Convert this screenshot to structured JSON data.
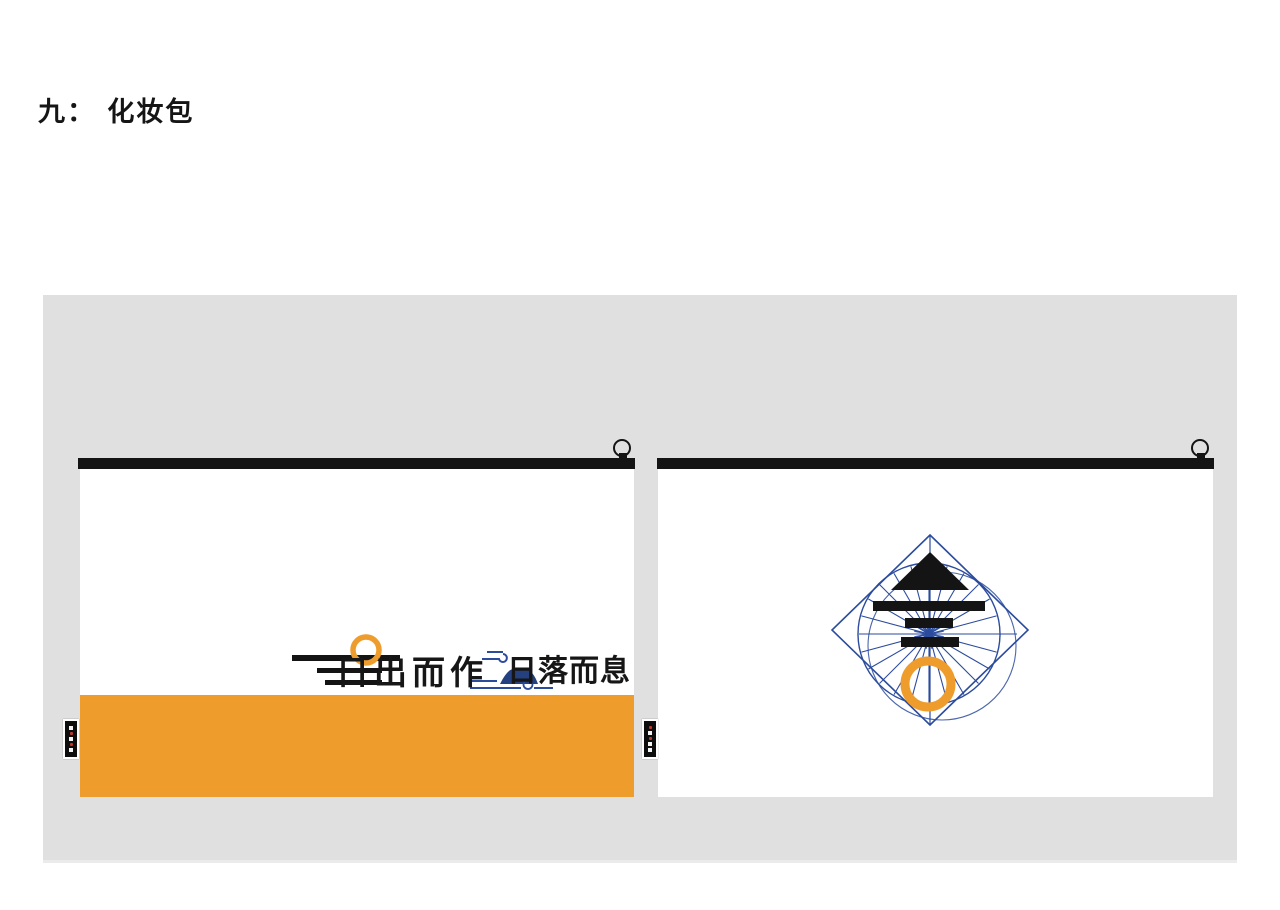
{
  "page": {
    "title": "九： 化妆包"
  },
  "bags": {
    "left": {
      "slogan_part1": "日出而作",
      "slogan_part2": "日落而息"
    },
    "right": {}
  },
  "icons": {
    "zipper_pull": "circle-ring",
    "brand_tag": "black-vertical-label"
  },
  "colors": {
    "accent_orange": "#EE9D2C",
    "line_blue": "#2B4B9D",
    "navy": "#24407F",
    "ink_black": "#141414",
    "panel_gray": "#E0E0E0"
  }
}
